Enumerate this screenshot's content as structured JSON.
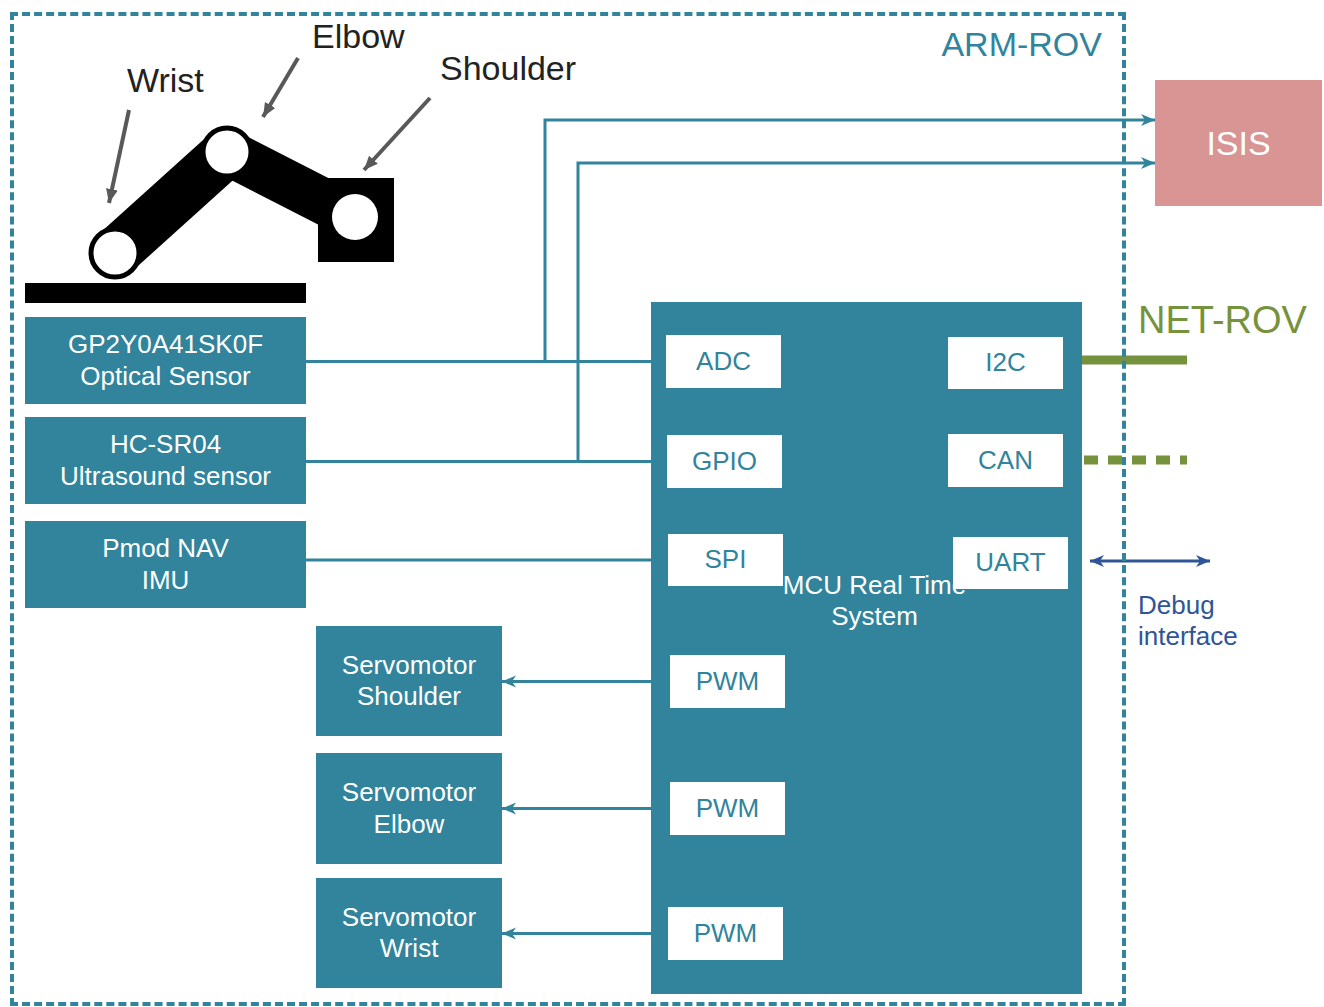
{
  "diagram": {
    "nodes": [
      {
        "text": [
          "ARM-ROV"
        ]
      },
      {
        "text": [
          "GP2Y0A41SK0F Optical Sensor"
        ],
        "in": 0
      },
      {
        "text": [
          "HC-SR04 Ultrasound sensor"
        ],
        "in": 0
      },
      {
        "text": [
          "Pmod NAV IMU"
        ],
        "in": 0
      },
      {
        "text": [
          "Servomotor Shoulder"
        ],
        "in": 0
      },
      {
        "text": [
          "Servomotor Elbow"
        ],
        "in": 0
      },
      {
        "text": [
          "Servomotor Wrist"
        ],
        "in": 0
      },
      {
        "text": [
          "MCU Real Time System"
        ],
        "in": 0
      },
      {
        "text": [
          "ADC"
        ],
        "in": 7
      },
      {
        "text": [
          "GPIO"
        ],
        "in": 7
      },
      {
        "text": [
          "SPI"
        ],
        "in": 7
      },
      {
        "text": [
          "PWM"
        ],
        "in": 7
      },
      {
        "text": [
          "PWM"
        ],
        "in": 7
      },
      {
        "text": [
          "PWM"
        ],
        "in": 7
      },
      {
        "text": [
          "I2C"
        ],
        "in": 7
      },
      {
        "text": [
          "CAN"
        ],
        "in": 7
      },
      {
        "text": [
          "UART"
        ],
        "in": 7
      },
      {
        "text": [
          "ISIS"
        ]
      }
    ],
    "edges": [
      {
        "from": 1,
        "to": 8,
        "arrow": "to"
      },
      {
        "from": 2,
        "to": 9,
        "arrow": "to"
      },
      {
        "from": 3,
        "to": 10,
        "arrow": "to"
      },
      {
        "from": 11,
        "to": 4,
        "arrow": "to"
      },
      {
        "from": 12,
        "to": 5,
        "arrow": "to"
      },
      {
        "from": 13,
        "to": 6,
        "arrow": "to"
      },
      {
        "from": 1,
        "to": 17,
        "arrow": "to"
      },
      {
        "from": 2,
        "to": 17,
        "arrow": "to"
      }
    ],
    "labels": [
      "Wrist",
      "Elbow",
      "Shoulder",
      "NET-ROV",
      "Debug interface"
    ]
  }
}
